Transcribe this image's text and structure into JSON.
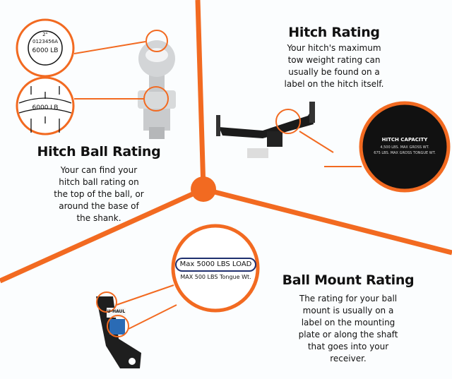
{
  "colors": {
    "accent": "#f26a21",
    "background": "#fbfdfe",
    "text": "#111111",
    "label_border": "#1f2f6e"
  },
  "hitch_ball": {
    "title": "Hitch Ball Rating",
    "description": "Your can find your hitch ball rating on the top of the ball, or around the base of the shank.",
    "top_label": {
      "size": "2\"",
      "serial": "0123456A",
      "rating": "6000 LB"
    },
    "base_label": {
      "rating": "6000 LB"
    }
  },
  "hitch": {
    "title": "Hitch Rating",
    "description": "Your hitch's maximum tow weight rating can usually be found on a label on the hitch itself.",
    "label": {
      "heading": "HITCH CAPACITY",
      "line1": "4,500 LBS. MAX GROSS WT.",
      "line2": "675 LBS. MAX GROSS TONGUE WT."
    }
  },
  "ball_mount": {
    "title": "Ball Mount Rating",
    "description": "The rating for your ball mount is usually on a label on the mounting plate or along the shaft that goes into your receiver.",
    "label": {
      "max_load": "Max 5000 LBS LOAD",
      "tongue": "MAX 500 LBS Tongue Wt."
    },
    "brand": "U-HAUL"
  }
}
